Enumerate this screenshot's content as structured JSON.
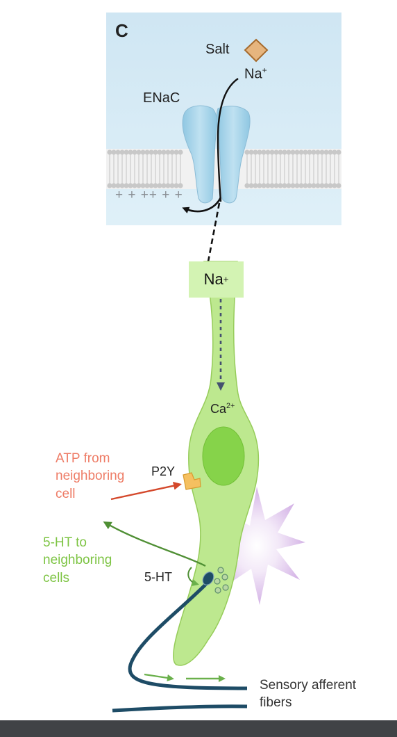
{
  "panel_label": "C",
  "labels": {
    "salt": "Salt",
    "na_top": "Na",
    "na_top_sup": "+",
    "enac": "ENaC",
    "charges": "+ + ++ + +",
    "na_box": "Na",
    "na_box_sup": "+",
    "ca": "Ca",
    "ca_sup": "2+",
    "p2y": "P2Y",
    "five_ht": "5-HT",
    "atp_from": "ATP from neighboring cell",
    "five_ht_to": "5-HT to neighboring cells",
    "sensory": "Sensory afferent fibers"
  },
  "colors": {
    "lumen": "#cfe6f3",
    "membrane": "#e3e3e3",
    "channel": "#a7d4ea",
    "cell": "#bde88f",
    "cell_outline": "#96cc5a",
    "nucleus": "#86d34a",
    "salt_crystal": "#e6b57e",
    "p2y": "#f5c060",
    "atp_arrow": "#d4482b",
    "five_ht_arrow": "#4f8f34",
    "nerve": "#1e4c66",
    "burst": "#d8b8ea",
    "vesicle": "#8cb79d",
    "footer": "#404346"
  }
}
